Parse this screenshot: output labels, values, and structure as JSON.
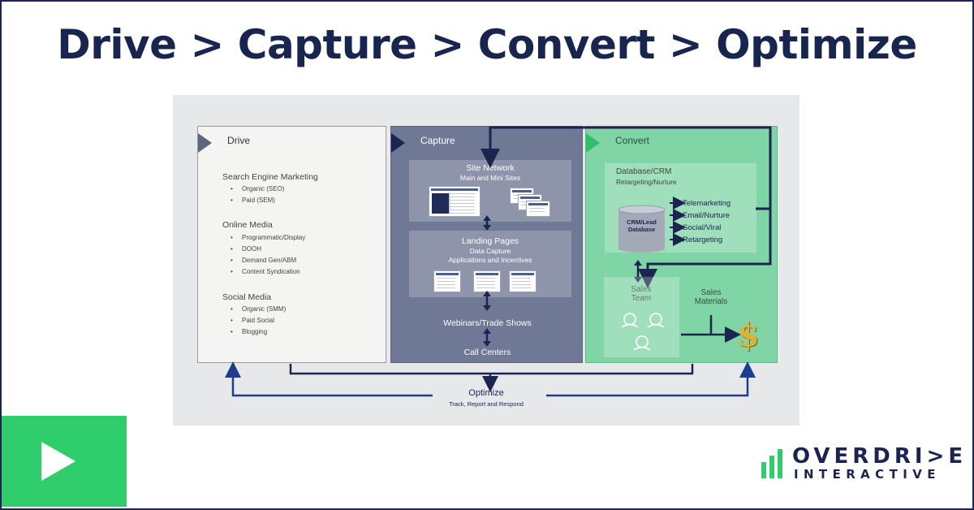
{
  "headline": "Drive > Capture > Convert > Optimize",
  "drive": {
    "title": "Drive",
    "sections": [
      {
        "heading": "Search Engine Marketing",
        "items": [
          "Organic (SEO)",
          "Paid (SEM)"
        ]
      },
      {
        "heading": "Online Media",
        "items": [
          "Programmatic/Display",
          "DOOH",
          "Demand Gen/ABM",
          "Content Syndication"
        ]
      },
      {
        "heading": "Social Media",
        "items": [
          "Organic (SMM)",
          "Paid Social",
          "Blogging"
        ]
      }
    ]
  },
  "capture": {
    "title": "Capture",
    "site_network": {
      "title": "Site Network",
      "subtitle": "Main and Mini Sites"
    },
    "landing_pages": {
      "title": "Landing Pages",
      "line1": "Data Capture",
      "line2": "Applications and Incentives"
    },
    "webinars": "Webinars/Trade Shows",
    "call_centers": "Call Centers"
  },
  "convert": {
    "title": "Convert",
    "database": {
      "title": "Database/CRM",
      "subtitle": "Retargeting/Nurture",
      "cylinder_line1": "CRM/Lead",
      "cylinder_line2": "Database"
    },
    "channels": [
      "Telemarketing",
      "Email/Nurture",
      "Social/Viral",
      "Retargeting"
    ],
    "sales_team": {
      "line1": "Sales",
      "line2": "Team"
    },
    "sales_materials": {
      "line1": "Sales",
      "line2": "Materials"
    },
    "dollar": "$"
  },
  "optimize": {
    "title": "Optimize",
    "subtitle": "Track, Report and Respond"
  },
  "logo": {
    "main": "OVERDRI>E",
    "sub": "INTERACTIVE"
  },
  "colors": {
    "navy": "#1b2550",
    "green": "#2fcd6b",
    "capture_panel": "#6f7894",
    "convert_panel": "#7fd5a6",
    "gold": "#d9b33c"
  },
  "icons": [
    "play-icon",
    "logo-bars-icon",
    "person-icon",
    "dollar-icon",
    "database-cylinder-icon",
    "arrow-icon"
  ]
}
